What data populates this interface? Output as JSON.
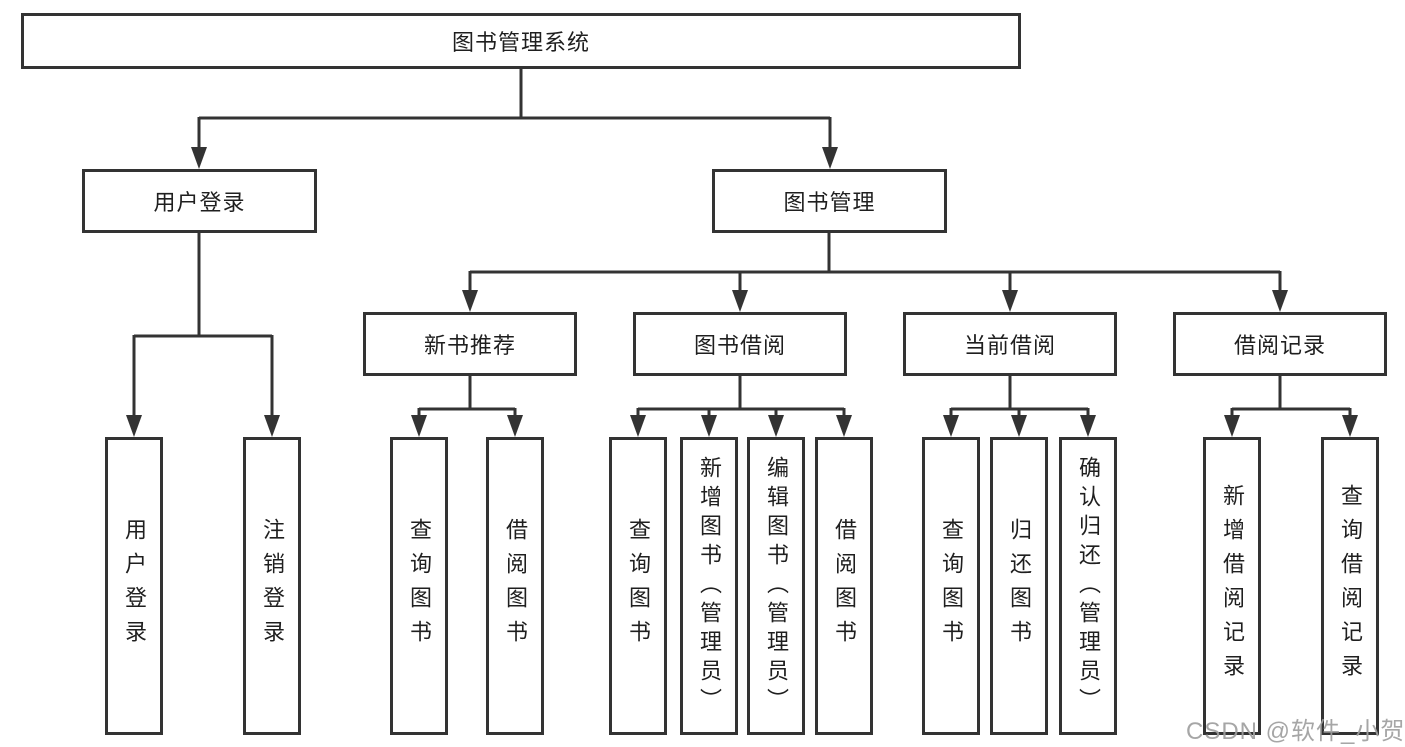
{
  "diagram": {
    "root": {
      "label": "图书管理系统"
    },
    "branches": {
      "user_login": {
        "label": "用户登录",
        "children": {
          "login": "用户登录",
          "logout": "注销登录"
        }
      },
      "book_mgmt": {
        "label": "图书管理"
      },
      "new_book": {
        "label": "新书推荐",
        "children": {
          "query": "查询图书",
          "borrow": "借阅图书"
        }
      },
      "book_borrow": {
        "label": "图书借阅",
        "children": {
          "query": "查询图书",
          "add": "新增图书（管理员）",
          "edit": "编辑图书（管理员）",
          "borrow": "借阅图书"
        }
      },
      "current_borrow": {
        "label": "当前借阅",
        "children": {
          "query": "查询图书",
          "return": "归还图书",
          "confirm": "确认归还（管理员）"
        }
      },
      "borrow_record": {
        "label": "借阅记录",
        "children": {
          "add": "新增借阅记录",
          "query": "查询借阅记录"
        }
      }
    }
  },
  "watermark": {
    "text": "CSDN @软件_小贺同学"
  },
  "colors": {
    "line": "#333333",
    "text": "#1f1f1f",
    "background": "#ffffff",
    "watermark": "#9f9f9f"
  }
}
